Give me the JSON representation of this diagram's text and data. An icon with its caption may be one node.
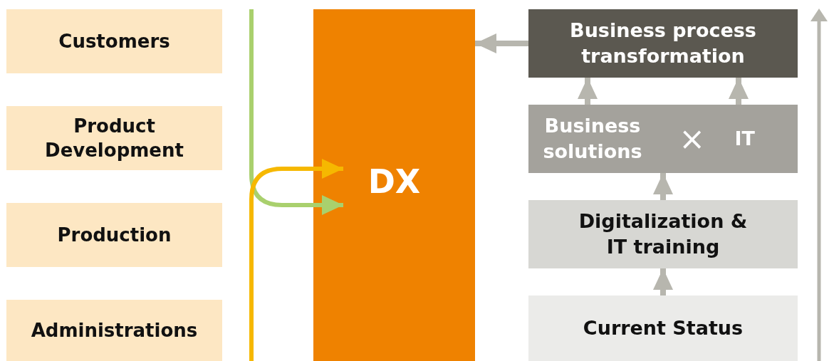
{
  "diagram": {
    "nodes": [
      {
        "text": [
          "Customers"
        ]
      },
      {
        "text": [
          "Product Development"
        ]
      },
      {
        "text": [
          "Production"
        ]
      },
      {
        "text": [
          "Administrations"
        ]
      },
      {
        "text": [
          "DX"
        ]
      },
      {
        "text": [
          "Business process transformation"
        ]
      },
      {
        "text": [
          "Business solutions",
          "×",
          "IT"
        ]
      },
      {
        "text": [
          "Digitalization & IT training"
        ]
      },
      {
        "text": [
          "Current Status"
        ]
      }
    ],
    "edges": [
      {
        "from": null,
        "to": 4,
        "arrow": "to",
        "color": "#a9d06d"
      },
      {
        "from": null,
        "to": 4,
        "arrow": "to",
        "color": "#f6b800"
      },
      {
        "from": 5,
        "to": 4,
        "arrow": "to"
      },
      {
        "from": 6,
        "to": 5,
        "arrow": "to"
      },
      {
        "from": 6,
        "to": 5,
        "arrow": "to"
      },
      {
        "from": 7,
        "to": 6,
        "arrow": "to"
      },
      {
        "from": 8,
        "to": 7,
        "arrow": "to"
      }
    ]
  }
}
